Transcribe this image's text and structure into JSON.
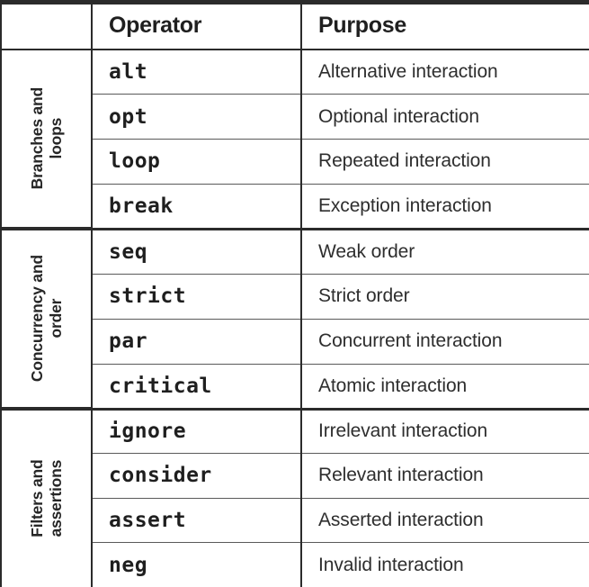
{
  "table": {
    "headers": {
      "group": "",
      "operator": "Operator",
      "purpose": "Purpose"
    },
    "groups": [
      {
        "label_lines": [
          "Branches and",
          "loops"
        ],
        "label": "Branches and loops",
        "rows": [
          {
            "operator": "alt",
            "purpose": "Alternative interaction"
          },
          {
            "operator": "opt",
            "purpose": "Optional interaction"
          },
          {
            "operator": "loop",
            "purpose": "Repeated interaction"
          },
          {
            "operator": "break",
            "purpose": "Exception interaction"
          }
        ]
      },
      {
        "label_lines": [
          "Concurrency and",
          "order"
        ],
        "label": "Concurrency and order",
        "rows": [
          {
            "operator": "seq",
            "purpose": "Weak order"
          },
          {
            "operator": "strict",
            "purpose": "Strict order"
          },
          {
            "operator": "par",
            "purpose": "Concurrent interaction"
          },
          {
            "operator": "critical",
            "purpose": "Atomic interaction"
          }
        ]
      },
      {
        "label_lines": [
          "Filters and",
          "assertions"
        ],
        "label": "Filters and assertions",
        "rows": [
          {
            "operator": "ignore",
            "purpose": "Irrelevant interaction"
          },
          {
            "operator": "consider",
            "purpose": "Relevant interaction"
          },
          {
            "operator": "assert",
            "purpose": "Asserted interaction"
          },
          {
            "operator": "neg",
            "purpose": "Invalid interaction"
          }
        ]
      }
    ]
  },
  "colors": {
    "border_heavy": "#2b2b2b",
    "border_light": "#5a5a5a",
    "text": "#262626",
    "background": "#ffffff"
  }
}
